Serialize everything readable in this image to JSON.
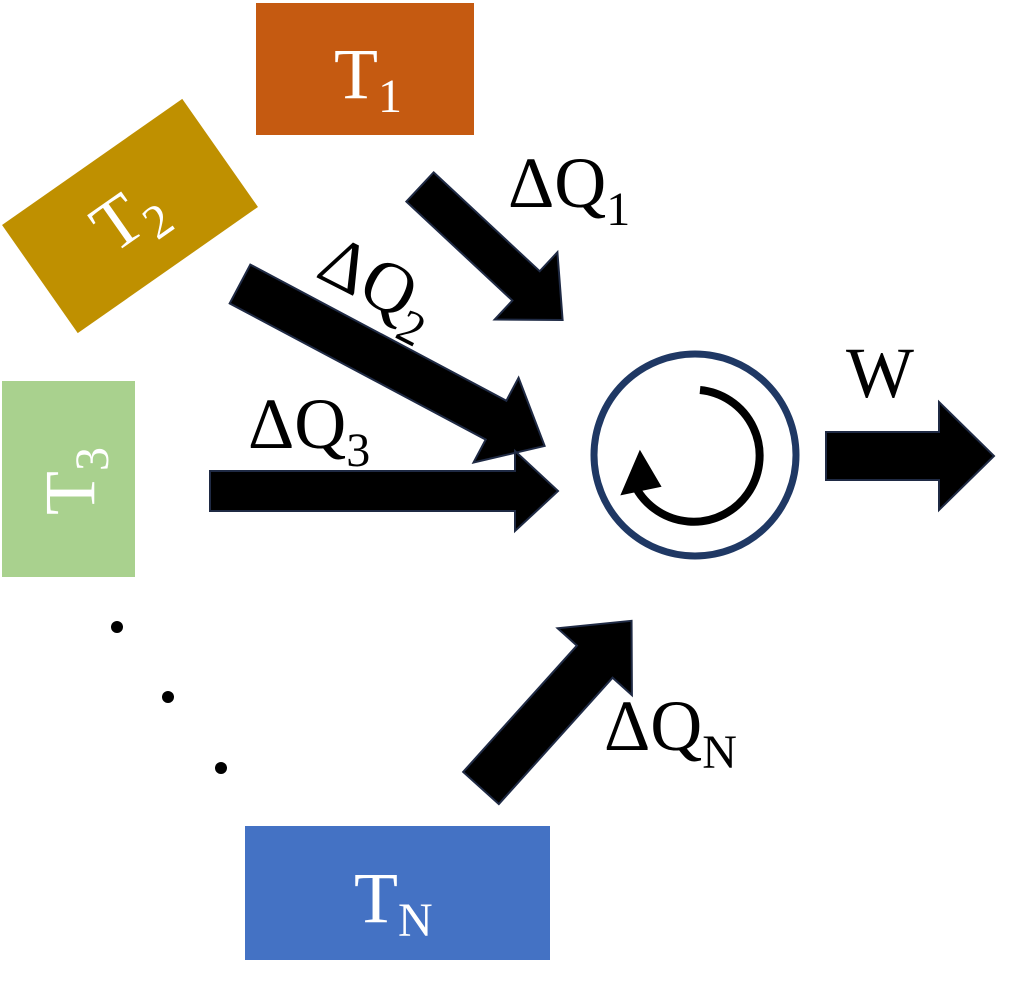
{
  "reservoirs": [
    {
      "id": "t1",
      "symbol": "T",
      "subscript": "1",
      "color": "#C55A11"
    },
    {
      "id": "t2",
      "symbol": "T",
      "subscript": "2",
      "color": "#BF9000"
    },
    {
      "id": "t3",
      "symbol": "T",
      "subscript": "3",
      "color": "#A9D18E"
    },
    {
      "id": "tn",
      "symbol": "T",
      "subscript": "N",
      "color": "#4472C4"
    }
  ],
  "heat_flows": [
    {
      "id": "q1",
      "symbol": "ΔQ",
      "subscript": "1"
    },
    {
      "id": "q2",
      "symbol": "ΔQ",
      "subscript": "2"
    },
    {
      "id": "q3",
      "symbol": "ΔQ",
      "subscript": "3"
    },
    {
      "id": "qn",
      "symbol": "ΔQ",
      "subscript": "N"
    }
  ],
  "work": {
    "label": "W"
  },
  "engine": {
    "icon": "cycle-icon",
    "ring_color": "#1F3864"
  },
  "ellipsis": {
    "icon": "ellipsis-dots-icon"
  },
  "arrow_color": "#000000"
}
